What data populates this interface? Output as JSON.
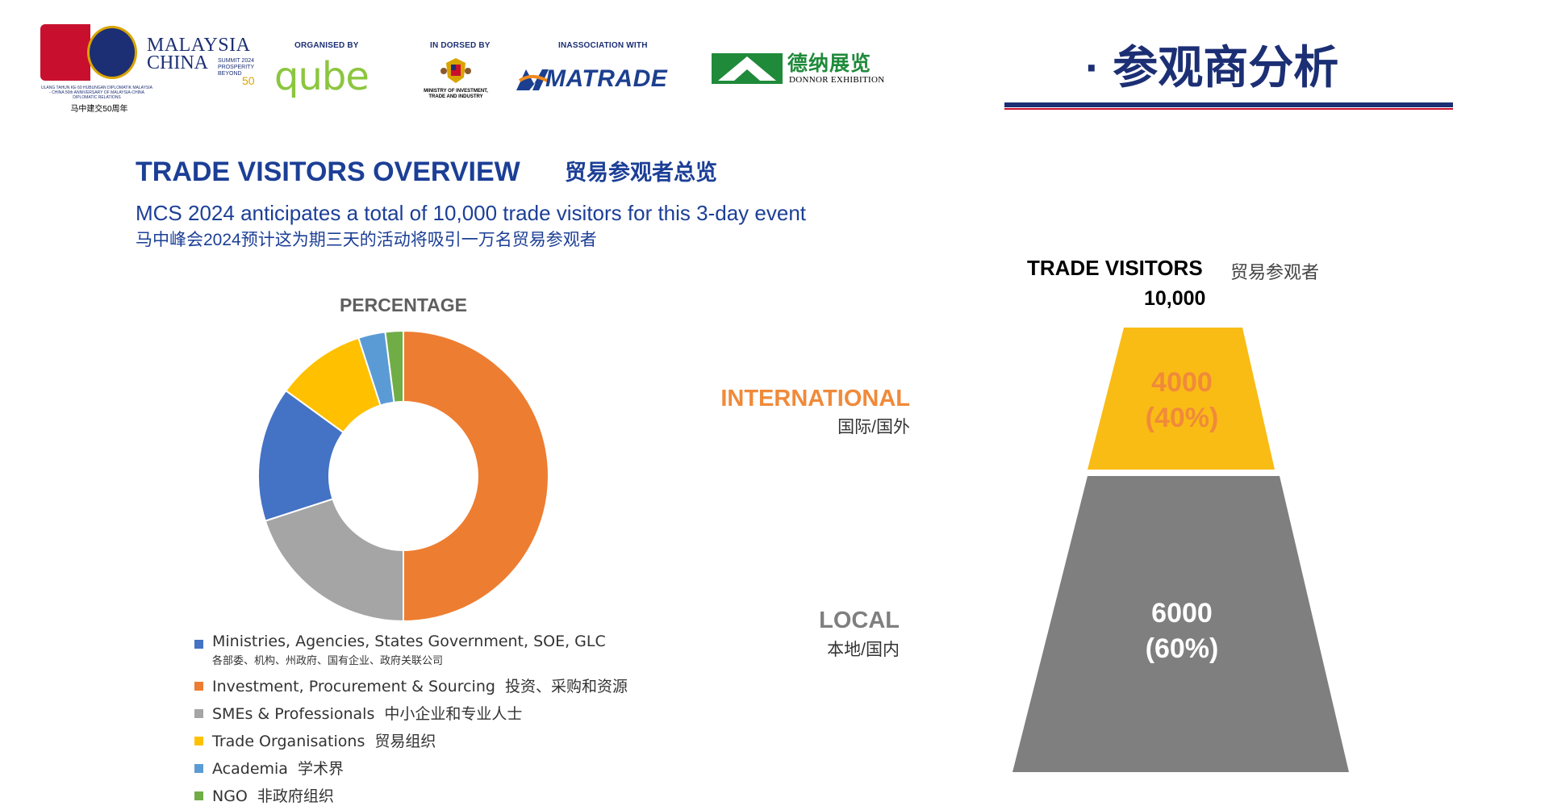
{
  "header": {
    "logo_mc": {
      "line1": "MALAYSIA",
      "line2": "CHINA",
      "summit": "SUMMIT 2024 PROSPERITY BEYOND",
      "fifty": "50",
      "small_text": "ULANG TAHUN KE-50 HUBUNGAN DIPLOMATIK MALAYSIA - CHINA 50th ANNIVERSARY OF MALAYSIA-CHINA DIPLOMATIC RELATIONS",
      "cn": "马中建交50周年"
    },
    "organised_by_label": "ORGANISED BY",
    "organiser": "qube",
    "endorsed_by_label": "IN DORSED BY",
    "ministry_text": "MINISTRY OF INVESTMENT, TRADE AND INDUSTRY",
    "association_label": "INASSOCIATION WITH",
    "matrade": "MATRADE",
    "donnor_cn": "德纳展览",
    "donnor_en": "DONNOR EXHIBITION",
    "section_title": "· 参观商分析"
  },
  "overview": {
    "title": "TRADE VISITORS OVERVIEW",
    "title_cn": "贸易参观者总览",
    "line1": "MCS 2024 anticipates a total of 10,000 trade visitors for this 3-day event",
    "line2": "马中峰会2024预计这为期三天的活动将吸引一万名贸易参观者"
  },
  "chart_data": [
    {
      "type": "pie",
      "title": "PERCENTAGE",
      "donut": true,
      "categories": [
        "Investment, Procurement & Sourcing",
        "SMEs & Professionals",
        "Ministries, Agencies, States Government, SOE, GLC",
        "Trade Organisations",
        "Academia",
        "NGO"
      ],
      "values": [
        50,
        20,
        15,
        10,
        3,
        2
      ],
      "colors": [
        "#ed7d31",
        "#a5a5a5",
        "#4472c4",
        "#ffc000",
        "#5b9bd5",
        "#70ad47"
      ],
      "legend": [
        {
          "en": "Ministries, Agencies, States Government, SOE, GLC",
          "cn": "各部委、机构、州政府、国有企业、政府关联公司",
          "color": "#4472c4"
        },
        {
          "en": "Investment, Procurement & Sourcing",
          "cn": "投资、采购和资源",
          "color": "#ed7d31"
        },
        {
          "en": "SMEs & Professionals",
          "cn": "中小企业和专业人士",
          "color": "#a5a5a5"
        },
        {
          "en": "Trade Organisations",
          "cn": "贸易组织",
          "color": "#ffc000"
        },
        {
          "en": "Academia",
          "cn": "学术界",
          "color": "#5b9bd5"
        },
        {
          "en": "NGO",
          "cn": "非政府组织",
          "color": "#70ad47"
        }
      ]
    },
    {
      "type": "funnel",
      "title": "TRADE VISITORS",
      "title_cn": "贸易参观者",
      "total": "10,000",
      "segments": [
        {
          "name": "INTERNATIONAL",
          "name_cn": "国际/国外",
          "value": 4000,
          "value_label": "4000",
          "percent_label": "(40%)",
          "color": "#f9bc15",
          "text_color": "#f08a3a",
          "label_color": "#f08a3a"
        },
        {
          "name": "LOCAL",
          "name_cn": "本地/国内",
          "value": 6000,
          "value_label": "6000",
          "percent_label": "(60%)",
          "color": "#7f7f7f",
          "text_color": "#ffffff",
          "label_color": "#7f7f7f"
        }
      ]
    }
  ]
}
